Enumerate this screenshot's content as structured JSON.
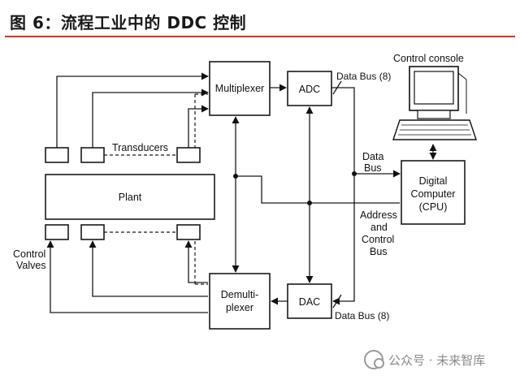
{
  "title": "图 6：流程工业中的 DDC 控制",
  "watermark": {
    "text": "公众号 · 未来智库",
    "icon": "wechat-icon"
  },
  "diagram": {
    "nodes": {
      "multiplexer": "Multiplexer",
      "adc": "ADC",
      "dac": "DAC",
      "demultiplexer_line1": "Demulti-",
      "demultiplexer_line2": "plexer",
      "plant": "Plant",
      "computer_line1": "Digital",
      "computer_line2": "Computer",
      "computer_line3": "(CPU)"
    },
    "labels": {
      "control_console": "Control console",
      "transducers": "Transducers",
      "data_bus_top": "Data Bus (8)",
      "data_bus_bottom": "Data Bus (8)",
      "data_bus_1": "Data",
      "data_bus_2": "Bus",
      "address_1": "Address",
      "address_2": "and",
      "address_3": "Control",
      "address_4": "Bus",
      "control_valves_1": "Control",
      "control_valves_2": "Valves"
    }
  }
}
